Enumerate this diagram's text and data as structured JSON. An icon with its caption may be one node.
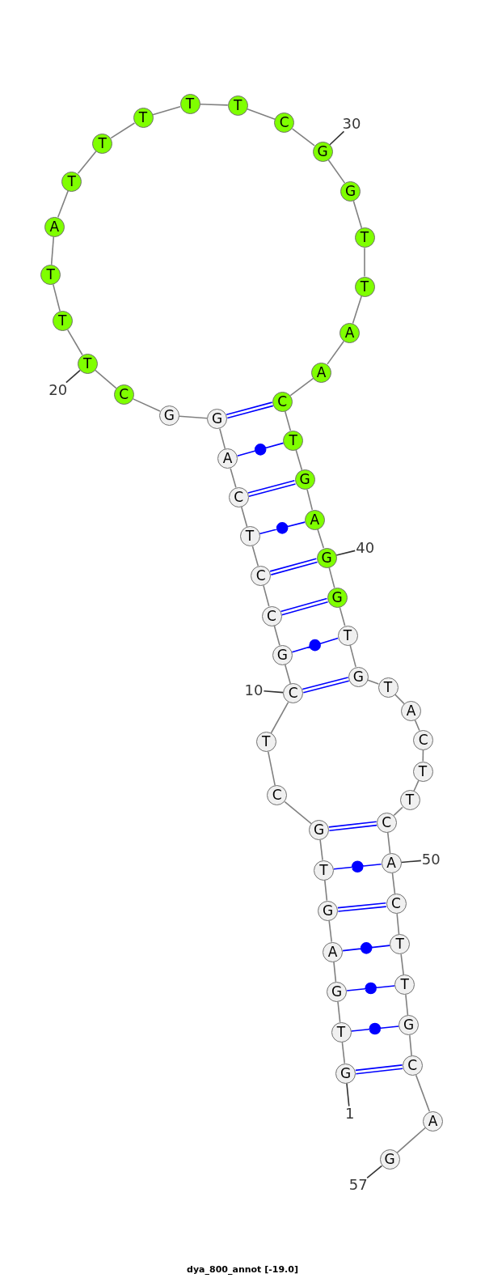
{
  "diagram": {
    "caption": "dya_800_annot [-19.0]",
    "nodes": [
      {
        "text": [
          "G"
        ]
      },
      {
        "text": [
          "T"
        ]
      },
      {
        "text": [
          "G"
        ]
      },
      {
        "text": [
          "A"
        ]
      },
      {
        "text": [
          "G"
        ]
      },
      {
        "text": [
          "T"
        ]
      },
      {
        "text": [
          "G"
        ]
      },
      {
        "text": [
          "C"
        ]
      },
      {
        "text": [
          "T"
        ]
      },
      {
        "text": [
          "C"
        ]
      },
      {
        "text": [
          "G"
        ]
      },
      {
        "text": [
          "C"
        ]
      },
      {
        "text": [
          "C"
        ]
      },
      {
        "text": [
          "T"
        ]
      },
      {
        "text": [
          "C"
        ]
      },
      {
        "text": [
          "A"
        ]
      },
      {
        "text": [
          "G"
        ]
      },
      {
        "text": [
          "G"
        ]
      },
      {
        "text": [
          "C"
        ]
      },
      {
        "text": [
          "T"
        ]
      },
      {
        "text": [
          "T"
        ]
      },
      {
        "text": [
          "T"
        ]
      },
      {
        "text": [
          "A"
        ]
      },
      {
        "text": [
          "T"
        ]
      },
      {
        "text": [
          "T"
        ]
      },
      {
        "text": [
          "T"
        ]
      },
      {
        "text": [
          "T"
        ]
      },
      {
        "text": [
          "T"
        ]
      },
      {
        "text": [
          "C"
        ]
      },
      {
        "text": [
          "G"
        ]
      },
      {
        "text": [
          "G"
        ]
      },
      {
        "text": [
          "T"
        ]
      },
      {
        "text": [
          "T"
        ]
      },
      {
        "text": [
          "A"
        ]
      },
      {
        "text": [
          "A"
        ]
      },
      {
        "text": [
          "C"
        ]
      },
      {
        "text": [
          "T"
        ]
      },
      {
        "text": [
          "G"
        ]
      },
      {
        "text": [
          "A"
        ]
      },
      {
        "text": [
          "G"
        ]
      },
      {
        "text": [
          "G"
        ]
      },
      {
        "text": [
          "T"
        ]
      },
      {
        "text": [
          "G"
        ]
      },
      {
        "text": [
          "T"
        ]
      },
      {
        "text": [
          "A"
        ]
      },
      {
        "text": [
          "C"
        ]
      },
      {
        "text": [
          "T"
        ]
      },
      {
        "text": [
          "T"
        ]
      },
      {
        "text": [
          "C"
        ]
      },
      {
        "text": [
          "A"
        ]
      },
      {
        "text": [
          "C"
        ]
      },
      {
        "text": [
          "T"
        ]
      },
      {
        "text": [
          "T"
        ]
      },
      {
        "text": [
          "G"
        ]
      },
      {
        "text": [
          "C"
        ]
      },
      {
        "text": [
          "A"
        ]
      },
      {
        "text": [
          "G"
        ]
      },
      {
        "text": [
          "1"
        ]
      },
      {
        "text": [
          "10"
        ]
      },
      {
        "text": [
          "20"
        ]
      },
      {
        "text": [
          "30"
        ]
      },
      {
        "text": [
          "40"
        ]
      },
      {
        "text": [
          "50"
        ]
      },
      {
        "text": [
          "57"
        ]
      }
    ],
    "edges": [
      {
        "from": 0,
        "to": 1,
        "arrow": "none"
      },
      {
        "from": 1,
        "to": 2,
        "arrow": "none"
      },
      {
        "from": 2,
        "to": 3,
        "arrow": "none"
      },
      {
        "from": 3,
        "to": 4,
        "arrow": "none"
      },
      {
        "from": 4,
        "to": 5,
        "arrow": "none"
      },
      {
        "from": 5,
        "to": 6,
        "arrow": "none"
      },
      {
        "from": 6,
        "to": 7,
        "arrow": "none"
      },
      {
        "from": 7,
        "to": 8,
        "arrow": "none"
      },
      {
        "from": 8,
        "to": 9,
        "arrow": "none"
      },
      {
        "from": 9,
        "to": 10,
        "arrow": "none"
      },
      {
        "from": 10,
        "to": 11,
        "arrow": "none"
      },
      {
        "from": 11,
        "to": 12,
        "arrow": "none"
      },
      {
        "from": 12,
        "to": 13,
        "arrow": "none"
      },
      {
        "from": 13,
        "to": 14,
        "arrow": "none"
      },
      {
        "from": 14,
        "to": 15,
        "arrow": "none"
      },
      {
        "from": 15,
        "to": 16,
        "arrow": "none"
      },
      {
        "from": 16,
        "to": 17,
        "arrow": "none"
      },
      {
        "from": 17,
        "to": 18,
        "arrow": "none"
      },
      {
        "from": 18,
        "to": 19,
        "arrow": "none"
      },
      {
        "from": 19,
        "to": 20,
        "arrow": "none"
      },
      {
        "from": 20,
        "to": 21,
        "arrow": "none"
      },
      {
        "from": 21,
        "to": 22,
        "arrow": "none"
      },
      {
        "from": 22,
        "to": 23,
        "arrow": "none"
      },
      {
        "from": 23,
        "to": 24,
        "arrow": "none"
      },
      {
        "from": 24,
        "to": 25,
        "arrow": "none"
      },
      {
        "from": 25,
        "to": 26,
        "arrow": "none"
      },
      {
        "from": 26,
        "to": 27,
        "arrow": "none"
      },
      {
        "from": 27,
        "to": 28,
        "arrow": "none"
      },
      {
        "from": 28,
        "to": 29,
        "arrow": "none"
      },
      {
        "from": 29,
        "to": 30,
        "arrow": "none"
      },
      {
        "from": 30,
        "to": 31,
        "arrow": "none"
      },
      {
        "from": 31,
        "to": 32,
        "arrow": "none"
      },
      {
        "from": 32,
        "to": 33,
        "arrow": "none"
      },
      {
        "from": 33,
        "to": 34,
        "arrow": "none"
      },
      {
        "from": 34,
        "to": 35,
        "arrow": "none"
      },
      {
        "from": 35,
        "to": 36,
        "arrow": "none"
      },
      {
        "from": 36,
        "to": 37,
        "arrow": "none"
      },
      {
        "from": 37,
        "to": 38,
        "arrow": "none"
      },
      {
        "from": 38,
        "to": 39,
        "arrow": "none"
      },
      {
        "from": 39,
        "to": 40,
        "arrow": "none"
      },
      {
        "from": 40,
        "to": 41,
        "arrow": "none"
      },
      {
        "from": 41,
        "to": 42,
        "arrow": "none"
      },
      {
        "from": 42,
        "to": 43,
        "arrow": "none"
      },
      {
        "from": 43,
        "to": 44,
        "arrow": "none"
      },
      {
        "from": 44,
        "to": 45,
        "arrow": "none"
      },
      {
        "from": 45,
        "to": 46,
        "arrow": "none"
      },
      {
        "from": 46,
        "to": 47,
        "arrow": "none"
      },
      {
        "from": 47,
        "to": 48,
        "arrow": "none"
      },
      {
        "from": 48,
        "to": 49,
        "arrow": "none"
      },
      {
        "from": 49,
        "to": 50,
        "arrow": "none"
      },
      {
        "from": 50,
        "to": 51,
        "arrow": "none"
      },
      {
        "from": 51,
        "to": 52,
        "arrow": "none"
      },
      {
        "from": 52,
        "to": 53,
        "arrow": "none"
      },
      {
        "from": 53,
        "to": 54,
        "arrow": "none"
      },
      {
        "from": 54,
        "to": 55,
        "arrow": "none"
      },
      {
        "from": 55,
        "to": 56,
        "arrow": "none"
      },
      {
        "from": 16,
        "to": 35,
        "arrow": "none",
        "color": "#0000ff"
      },
      {
        "from": 15,
        "to": 36,
        "arrow": "none",
        "color": "#0000ff"
      },
      {
        "from": 14,
        "to": 37,
        "arrow": "none",
        "color": "#0000ff"
      },
      {
        "from": 13,
        "to": 38,
        "arrow": "none",
        "color": "#0000ff"
      },
      {
        "from": 12,
        "to": 39,
        "arrow": "none",
        "color": "#0000ff"
      },
      {
        "from": 11,
        "to": 40,
        "arrow": "none",
        "color": "#0000ff"
      },
      {
        "from": 10,
        "to": 41,
        "arrow": "none",
        "color": "#0000ff"
      },
      {
        "from": 9,
        "to": 42,
        "arrow": "none",
        "color": "#0000ff"
      },
      {
        "from": 6,
        "to": 48,
        "arrow": "none",
        "color": "#0000ff"
      },
      {
        "from": 5,
        "to": 49,
        "arrow": "none",
        "color": "#0000ff"
      },
      {
        "from": 4,
        "to": 50,
        "arrow": "none",
        "color": "#0000ff"
      },
      {
        "from": 3,
        "to": 51,
        "arrow": "none",
        "color": "#0000ff"
      },
      {
        "from": 2,
        "to": 52,
        "arrow": "none",
        "color": "#0000ff"
      },
      {
        "from": 1,
        "to": 53,
        "arrow": "none",
        "color": "#0000ff"
      },
      {
        "from": 0,
        "to": 54,
        "arrow": "none",
        "color": "#0000ff"
      },
      {
        "from": 57,
        "to": 0,
        "arrow": "none",
        "color": "#333333"
      },
      {
        "from": 58,
        "to": 9,
        "arrow": "none",
        "color": "#333333"
      },
      {
        "from": 59,
        "to": 19,
        "arrow": "none",
        "color": "#333333"
      },
      {
        "from": 60,
        "to": 29,
        "arrow": "none",
        "color": "#333333"
      },
      {
        "from": 61,
        "to": 39,
        "arrow": "none",
        "color": "#333333"
      },
      {
        "from": 62,
        "to": 49,
        "arrow": "none",
        "color": "#333333"
      },
      {
        "from": 63,
        "to": 56,
        "arrow": "none",
        "color": "#333333"
      }
    ]
  }
}
